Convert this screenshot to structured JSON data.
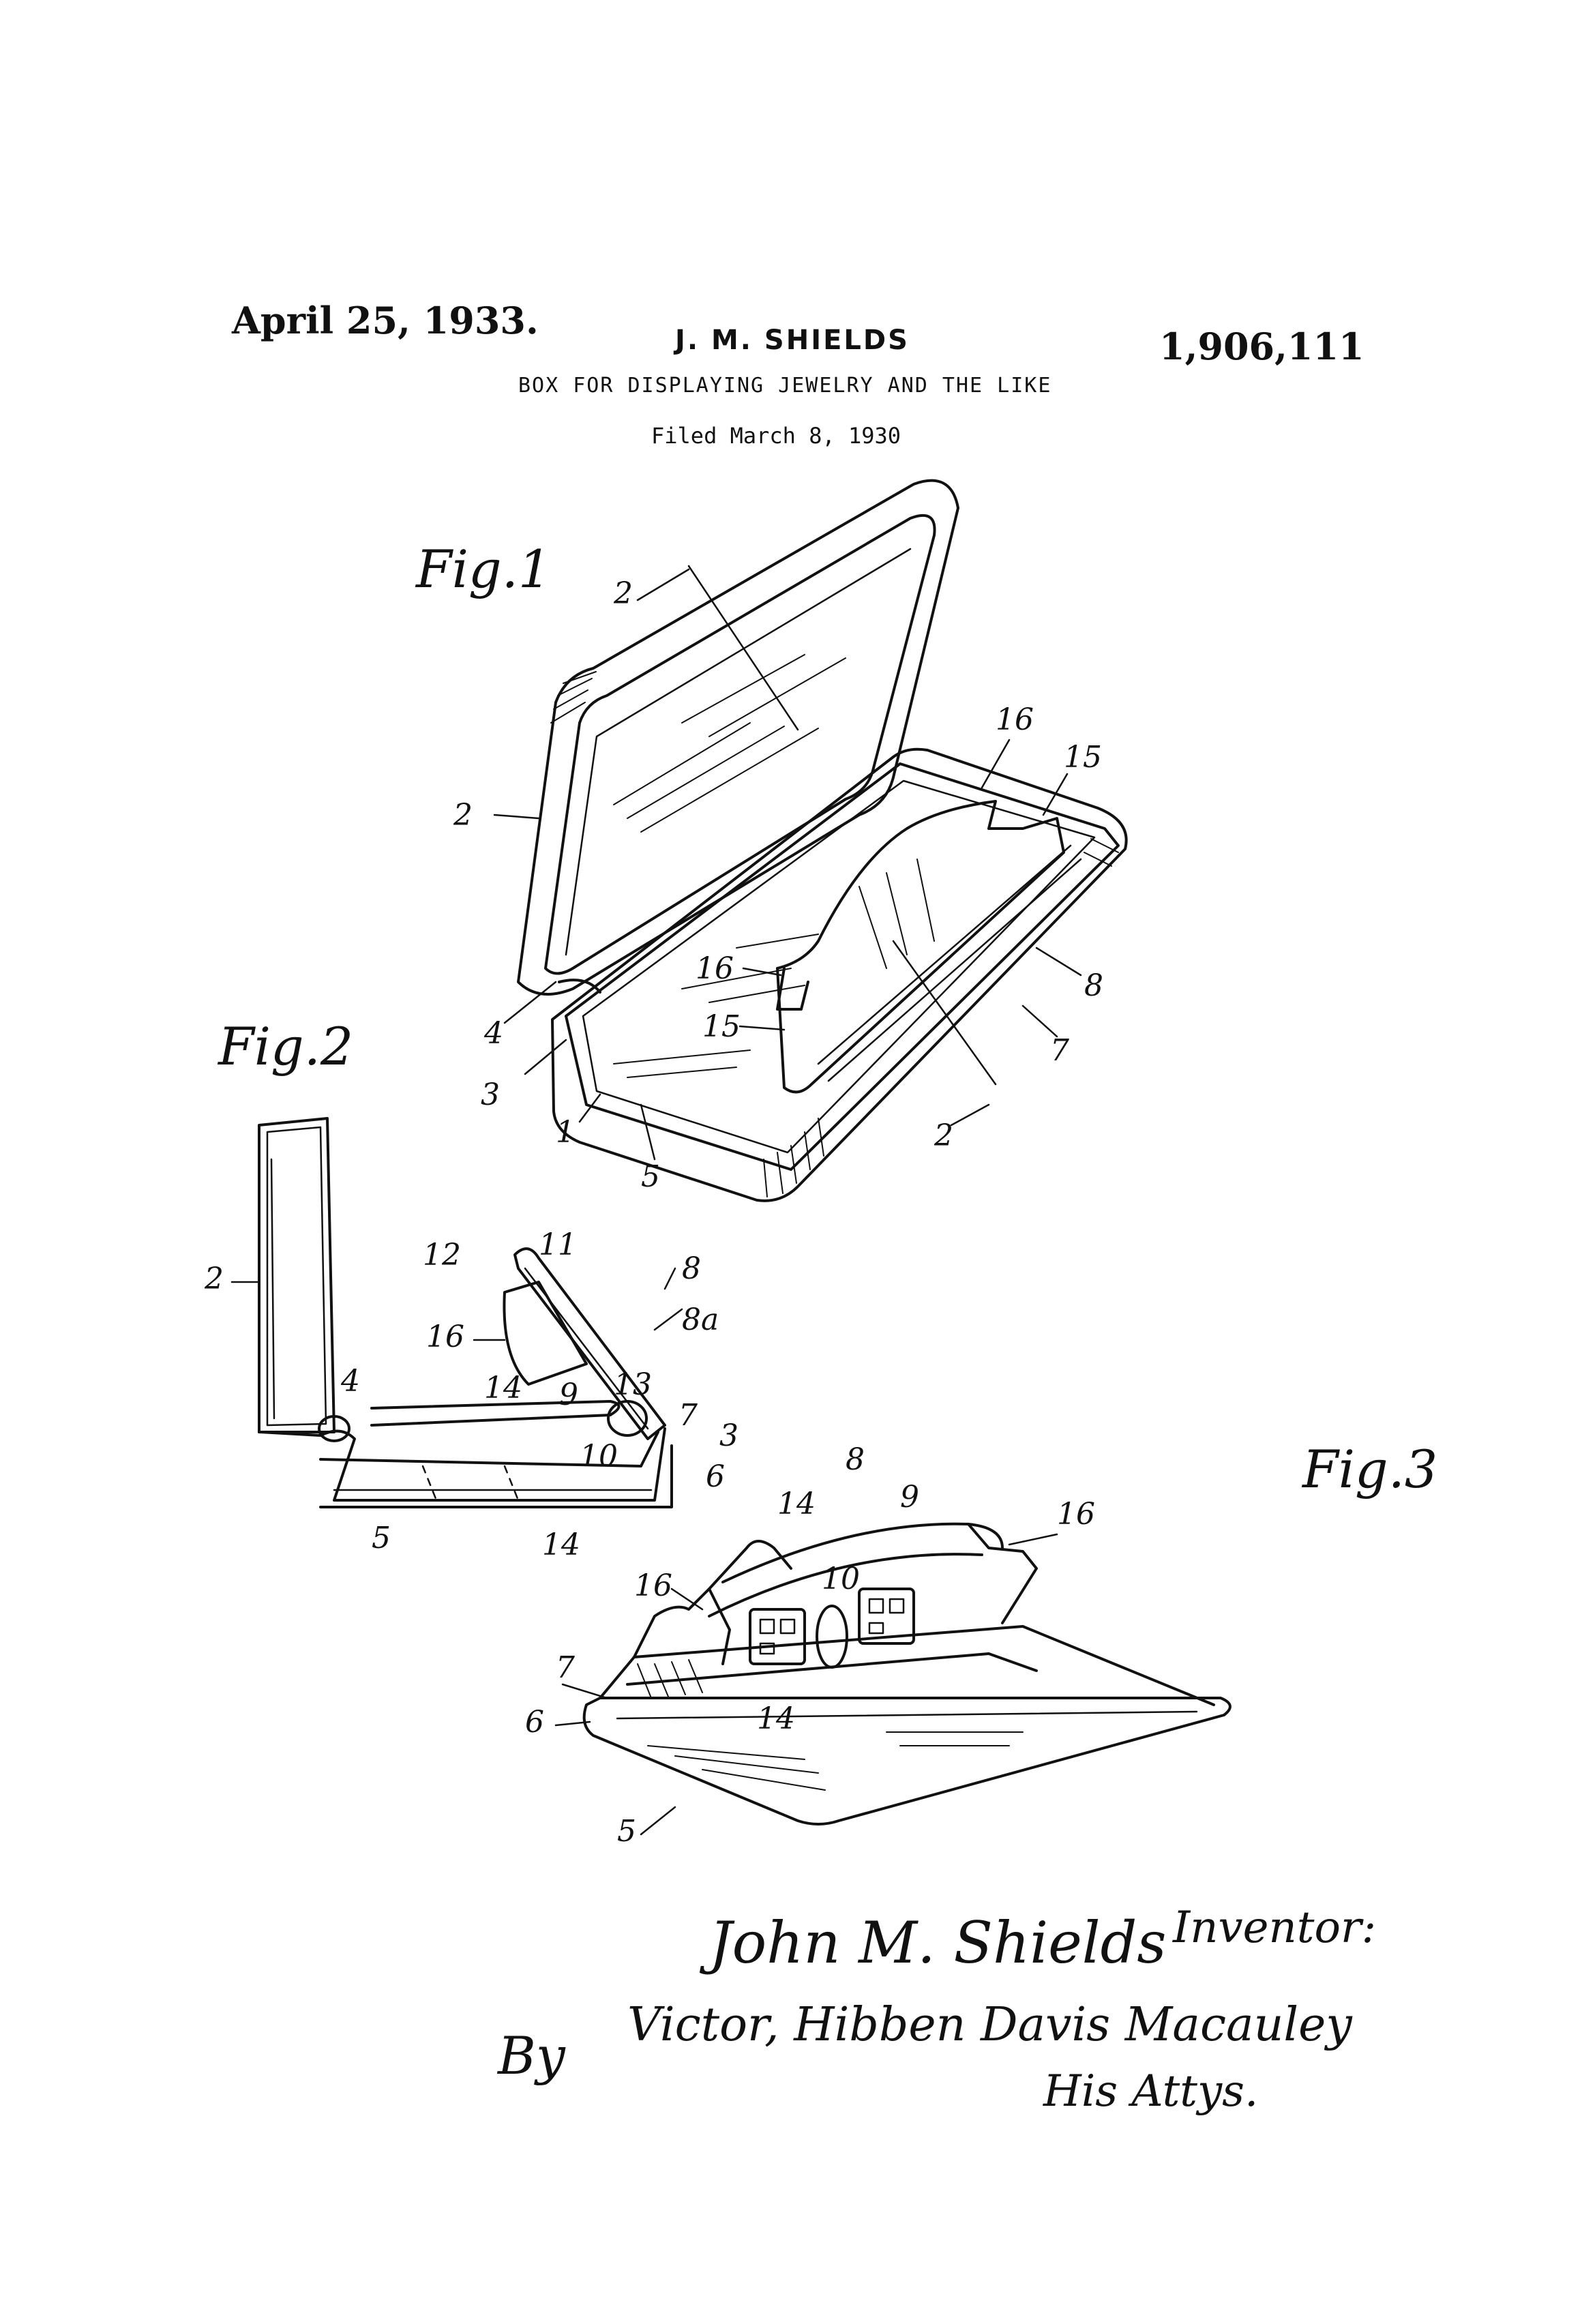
{
  "header": {
    "date": "April 25, 1933.",
    "inventor": "J. M. SHIELDS",
    "patent_number": "1,906,111",
    "title": "BOX FOR DISPLAYING JEWELRY AND THE LIKE",
    "filed": "Filed March 8, 1930"
  },
  "figures": {
    "fig1": {
      "label": "Fig.1",
      "refs": [
        "2",
        "2",
        "16",
        "15",
        "16",
        "15",
        "8",
        "7",
        "4",
        "3",
        "1",
        "5",
        "2"
      ]
    },
    "fig2": {
      "label": "Fig.2",
      "refs": [
        "2",
        "12",
        "11",
        "8",
        "16",
        "8a",
        "4",
        "14",
        "9",
        "13",
        "7",
        "3",
        "10",
        "6",
        "5",
        "14"
      ]
    },
    "fig3": {
      "label": "Fig.3",
      "refs": [
        "8",
        "14",
        "9",
        "16",
        "10",
        "16",
        "7",
        "6",
        "14",
        "5"
      ]
    }
  },
  "signature": {
    "role": "Inventor:",
    "name": "John M. Shields",
    "by": "By",
    "attorneys": "Victor, Hibben Davis Macauley",
    "attys": "His Attys."
  }
}
